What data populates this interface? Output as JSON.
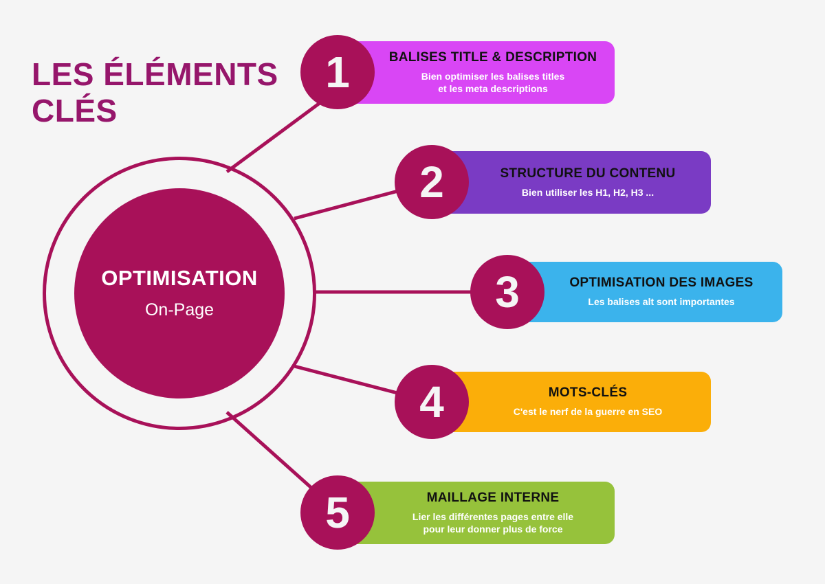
{
  "heading": {
    "line1": "LES ÉLÉMENTS",
    "line2": "CLÉS"
  },
  "center": {
    "title": "OPTIMISATION",
    "subtitle": "On-Page",
    "color": "#a81159"
  },
  "items": [
    {
      "number": "1",
      "title": "BALISES TITLE & DESCRIPTION",
      "desc": "Bien optimiser les balises titles\net les meta descriptions",
      "color": "#d946f5"
    },
    {
      "number": "2",
      "title": "STRUCTURE DU CONTENU",
      "desc": "Bien utiliser les H1, H2, H3 ...",
      "color": "#7a3bc4"
    },
    {
      "number": "3",
      "title": "OPTIMISATION DES IMAGES",
      "desc": "Les balises alt sont importantes",
      "color": "#3bb3ec"
    },
    {
      "number": "4",
      "title": "MOTS-CLÉS",
      "desc": "C'est le nerf de la guerre en SEO",
      "color": "#fbae09"
    },
    {
      "number": "5",
      "title": "MAILLAGE INTERNE",
      "desc": "Lier les différentes pages entre elle\npour leur donner plus de force",
      "color": "#96c23b"
    }
  ],
  "theme": {
    "background": "#f5f5f5",
    "accent": "#a81159",
    "heading_color": "#96166b"
  }
}
